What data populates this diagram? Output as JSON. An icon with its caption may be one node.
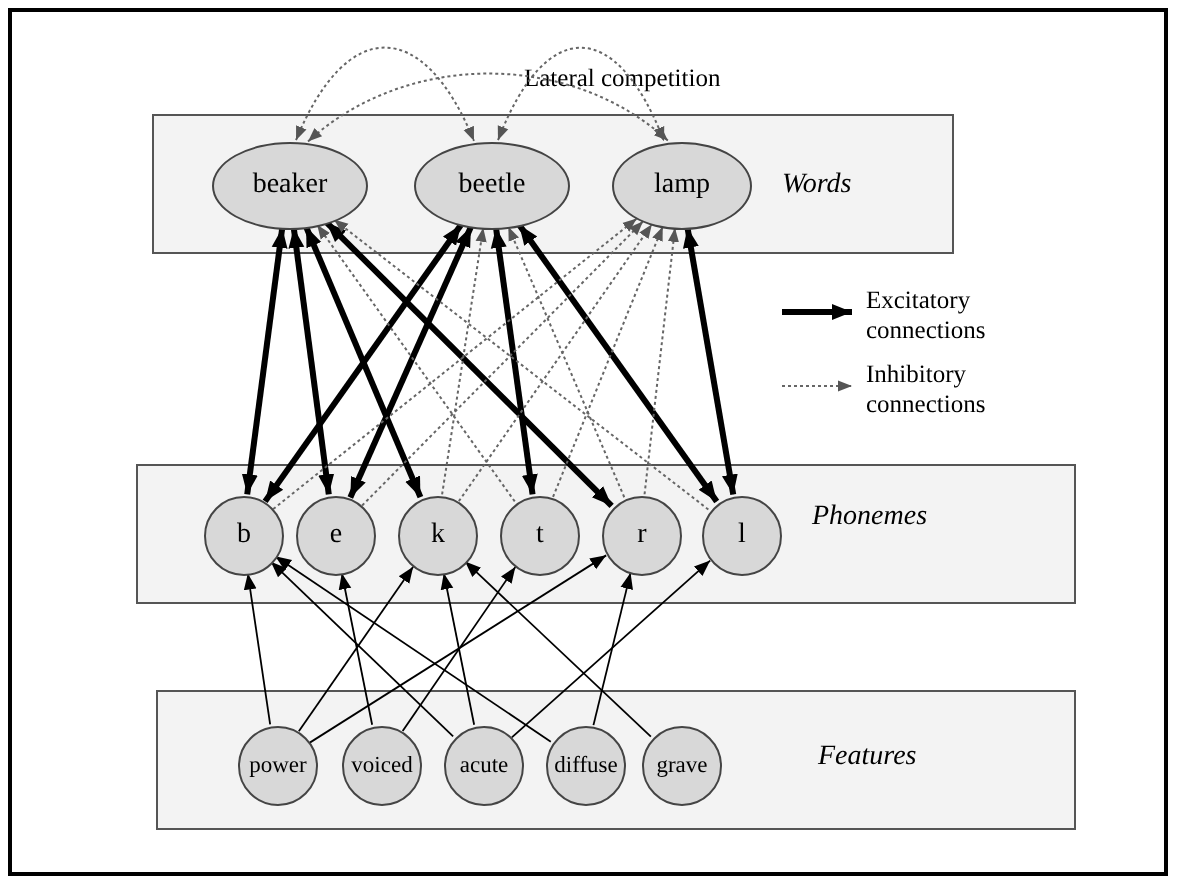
{
  "diagram": {
    "nodes": [
      {
        "text": [
          "Words"
        ]
      },
      {
        "text": [
          "beaker"
        ],
        "in": 0
      },
      {
        "text": [
          "beetle"
        ],
        "in": 0
      },
      {
        "text": [
          "lamp"
        ],
        "in": 0
      },
      {
        "text": [
          "Phonemes"
        ]
      },
      {
        "text": [
          "b"
        ],
        "in": 4
      },
      {
        "text": [
          "e"
        ],
        "in": 4
      },
      {
        "text": [
          "k"
        ],
        "in": 4
      },
      {
        "text": [
          "t"
        ],
        "in": 4
      },
      {
        "text": [
          "r"
        ],
        "in": 4
      },
      {
        "text": [
          "l"
        ],
        "in": 4
      },
      {
        "text": [
          "Features"
        ]
      },
      {
        "text": [
          "power"
        ],
        "in": 11
      },
      {
        "text": [
          "voiced"
        ],
        "in": 11
      },
      {
        "text": [
          "acute"
        ],
        "in": 11
      },
      {
        "text": [
          "diffuse"
        ],
        "in": 11
      },
      {
        "text": [
          "grave"
        ],
        "in": 11
      }
    ],
    "edges": [
      {
        "from": 1,
        "to": 2,
        "arrow": "both",
        "style": "dashed",
        "color": "#666666"
      },
      {
        "from": 2,
        "to": 3,
        "arrow": "both",
        "style": "dashed",
        "color": "#666666"
      },
      {
        "from": 1,
        "to": 3,
        "arrow": "both",
        "style": "dashed",
        "color": "#666666"
      },
      {
        "from": 5,
        "to": 1,
        "arrow": "both",
        "style": "thick"
      },
      {
        "from": 5,
        "to": 2,
        "arrow": "both",
        "style": "thick"
      },
      {
        "from": 6,
        "to": 1,
        "arrow": "both",
        "style": "thick"
      },
      {
        "from": 6,
        "to": 2,
        "arrow": "both",
        "style": "thick"
      },
      {
        "from": 7,
        "to": 1,
        "arrow": "both",
        "style": "thick"
      },
      {
        "from": 8,
        "to": 2,
        "arrow": "both",
        "style": "thick"
      },
      {
        "from": 9,
        "to": 1,
        "arrow": "both",
        "style": "thick"
      },
      {
        "from": 10,
        "to": 2,
        "arrow": "both",
        "style": "thick"
      },
      {
        "from": 10,
        "to": 3,
        "arrow": "both",
        "style": "thick"
      },
      {
        "from": 8,
        "to": 1,
        "arrow": "to",
        "style": "dashed",
        "color": "#666666"
      },
      {
        "from": 10,
        "to": 1,
        "arrow": "to",
        "style": "dashed",
        "color": "#666666"
      },
      {
        "from": 7,
        "to": 2,
        "arrow": "to",
        "style": "dashed",
        "color": "#666666"
      },
      {
        "from": 9,
        "to": 2,
        "arrow": "to",
        "style": "dashed",
        "color": "#666666"
      },
      {
        "from": 5,
        "to": 3,
        "arrow": "to",
        "style": "dashed",
        "color": "#666666"
      },
      {
        "from": 6,
        "to": 3,
        "arrow": "to",
        "style": "dashed",
        "color": "#666666"
      },
      {
        "from": 7,
        "to": 3,
        "arrow": "to",
        "style": "dashed",
        "color": "#666666"
      },
      {
        "from": 8,
        "to": 3,
        "arrow": "to",
        "style": "dashed",
        "color": "#666666"
      },
      {
        "from": 9,
        "to": 3,
        "arrow": "to",
        "style": "dashed",
        "color": "#666666"
      },
      {
        "from": 12,
        "to": 5,
        "arrow": "to"
      },
      {
        "from": 12,
        "to": 7,
        "arrow": "to"
      },
      {
        "from": 12,
        "to": 9,
        "arrow": "to"
      },
      {
        "from": 13,
        "to": 6,
        "arrow": "to"
      },
      {
        "from": 13,
        "to": 8,
        "arrow": "to"
      },
      {
        "from": 14,
        "to": 5,
        "arrow": "to"
      },
      {
        "from": 14,
        "to": 7,
        "arrow": "to"
      },
      {
        "from": 14,
        "to": 10,
        "arrow": "to"
      },
      {
        "from": 15,
        "to": 5,
        "arrow": "to"
      },
      {
        "from": 15,
        "to": 9,
        "arrow": "to"
      },
      {
        "from": 16,
        "to": 7,
        "arrow": "to"
      }
    ],
    "labels": [
      "Lateral competition"
    ],
    "legend": [
      {
        "text": "Excitatory connections"
      },
      {
        "text": "Inhibitory connections"
      }
    ]
  }
}
